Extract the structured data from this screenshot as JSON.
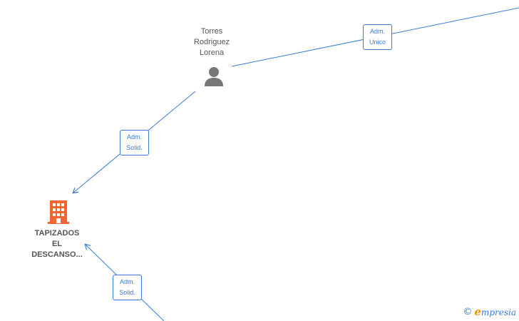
{
  "colors": {
    "edge": "#3a7bd5",
    "person_icon": "#777777",
    "company_icon": "#f4662f",
    "label_text": "#555555"
  },
  "nodes": {
    "person": {
      "label": "Torres\nRodriguez\nLorena",
      "icon": "person-icon"
    },
    "company": {
      "label": "TAPIZADOS\nEL\nDESCANSO...",
      "icon": "building-icon"
    }
  },
  "edges": {
    "top_right": {
      "label": "Adm.\nUnico"
    },
    "person_to_company": {
      "label": "Adm.\nSolid."
    },
    "bottom_to_company": {
      "label": "Adm.\nSolid."
    }
  },
  "brand": {
    "copyright_symbol": "©",
    "name_initial": "e",
    "name_rest": "mpresia"
  }
}
